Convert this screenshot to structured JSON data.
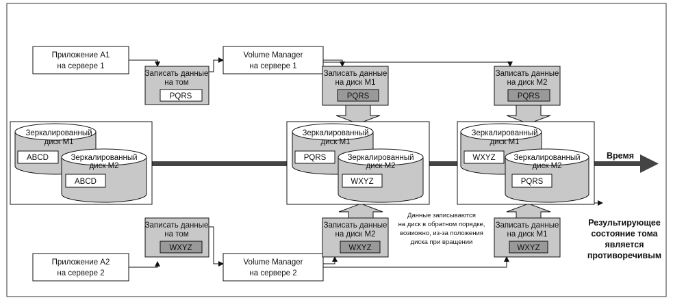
{
  "app_a1": {
    "line1": "Приложение А1",
    "line2": "на сервере 1"
  },
  "app_a2": {
    "line1": "Приложение А2",
    "line2": "на сервере 2"
  },
  "vm1": {
    "line1": "Volume Manager",
    "line2": "на сервере 1"
  },
  "vm2": {
    "line1": "Volume Manager",
    "line2": "на сервере 2"
  },
  "write_vol_1": {
    "line1": "Записать данные",
    "line2": "на том",
    "value": "PQRS"
  },
  "write_vol_2": {
    "line1": "Записать данные",
    "line2": "на том",
    "value": "WXYZ"
  },
  "write_m1_top": {
    "line1": "Записать данные",
    "line2": "на диск М1",
    "value": "PQRS"
  },
  "write_m2_top": {
    "line1": "Записать данные",
    "line2": "на диск М2",
    "value": "PQRS"
  },
  "write_m2_bottom": {
    "line1": "Записать данные",
    "line2": "на диск М2",
    "value": "WXYZ"
  },
  "write_m1_bottom": {
    "line1": "Записать данные",
    "line2": "на диск М1",
    "value": "WXYZ"
  },
  "state1": {
    "disk_m1": {
      "line1": "Зеркалированный",
      "line2": "диск М1",
      "value": "ABCD"
    },
    "disk_m2": {
      "line1": "Зеркалированный",
      "line2": "диск М2",
      "value": "ABCD"
    }
  },
  "state2": {
    "disk_m1": {
      "line1": "Зеркалированный",
      "line2": "диск М1",
      "value": "PQRS"
    },
    "disk_m2": {
      "line1": "Зеркалированный",
      "line2": "диск М2",
      "value": "WXYZ"
    }
  },
  "state3": {
    "disk_m1": {
      "line1": "Зеркалированный",
      "line2": "диск М1",
      "value": "WXYZ"
    },
    "disk_m2": {
      "line1": "Зеркалированный",
      "line2": "диск М2",
      "value": "PQRS"
    }
  },
  "time_label": "Время",
  "note": {
    "line1": "Данные записываются",
    "line2": "на диск в обратном порядке,",
    "line3": "возможно, из-за положения",
    "line4": "диска при вращении"
  },
  "result": {
    "line1": "Результирующее",
    "line2": "состояние тома",
    "line3": "является",
    "line4": "противоречивым"
  }
}
